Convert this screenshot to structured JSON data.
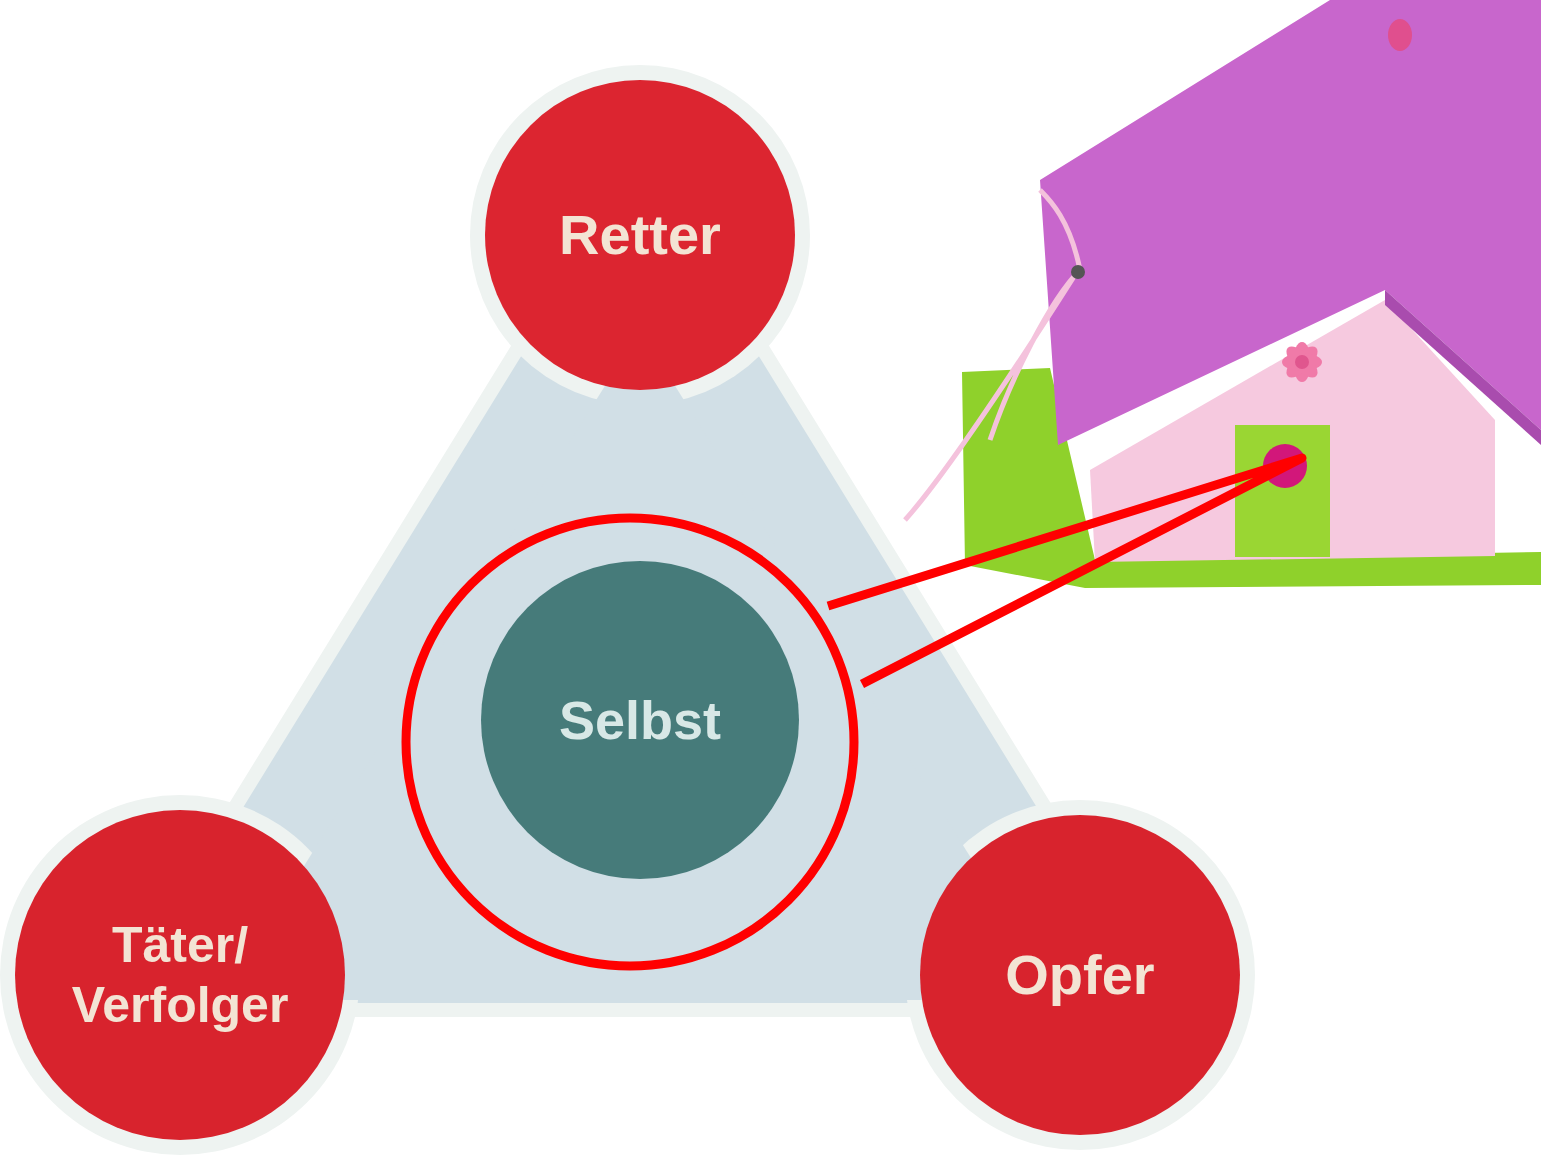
{
  "diagram": {
    "nodes": [
      {
        "text": [
          "Retter"
        ]
      },
      {
        "text": [
          "Selbst"
        ]
      },
      {
        "text": [
          "Täter/ Verfolger"
        ]
      },
      {
        "text": [
          "Opfer"
        ]
      }
    ]
  }
}
